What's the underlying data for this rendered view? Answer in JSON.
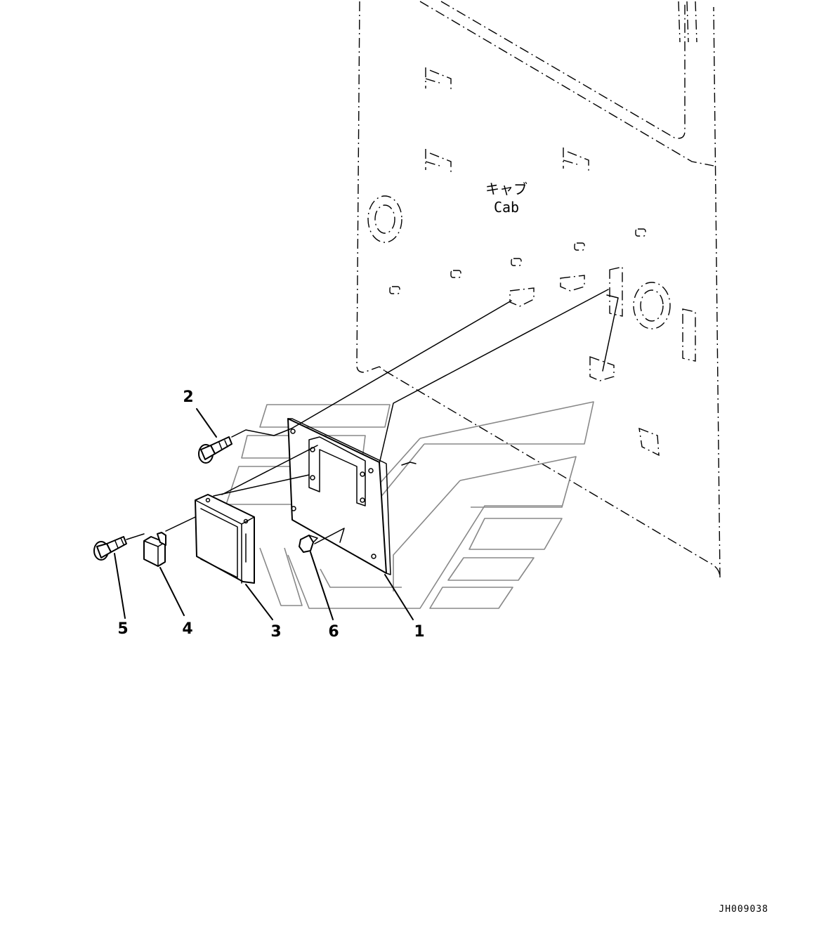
{
  "labels": {
    "cab_jp": "キャブ",
    "cab_en": "Cab",
    "drawing_id": "JH009038"
  },
  "callouts": [
    {
      "id": "1",
      "text": "1"
    },
    {
      "id": "2",
      "text": "2"
    },
    {
      "id": "3",
      "text": "3"
    },
    {
      "id": "4",
      "text": "4"
    },
    {
      "id": "5",
      "text": "5"
    },
    {
      "id": "6",
      "text": "6"
    }
  ]
}
